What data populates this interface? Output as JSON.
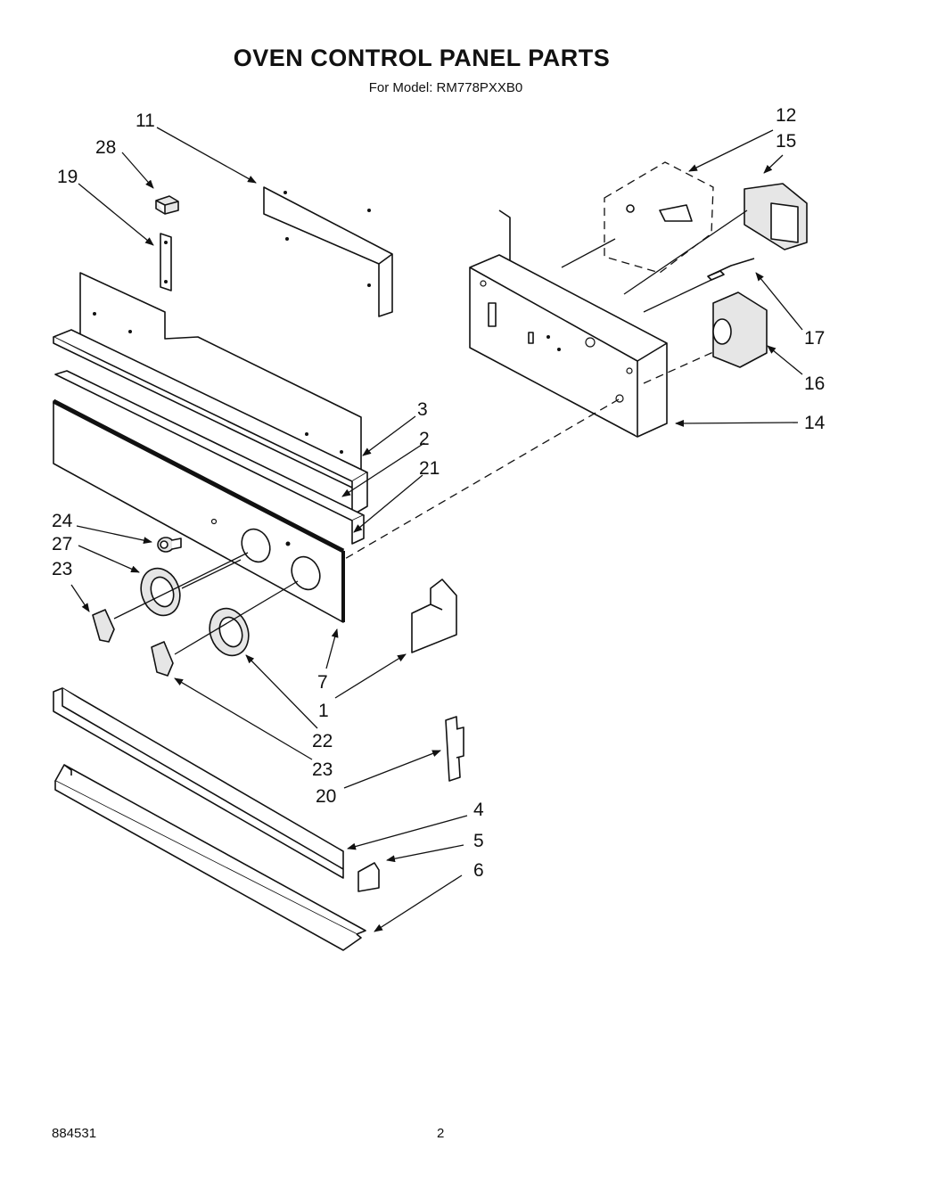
{
  "header": {
    "title": "OVEN CONTROL PANEL PARTS",
    "model_line": "For Model: RM778PXXB0"
  },
  "callouts": [
    "11",
    "28",
    "19",
    "12",
    "15",
    "17",
    "16",
    "14",
    "3",
    "2",
    "21",
    "24",
    "27",
    "23",
    "7",
    "1",
    "22",
    "23",
    "20",
    "4",
    "5",
    "6"
  ],
  "footer": {
    "doc_number": "884531",
    "page_number": "2"
  }
}
